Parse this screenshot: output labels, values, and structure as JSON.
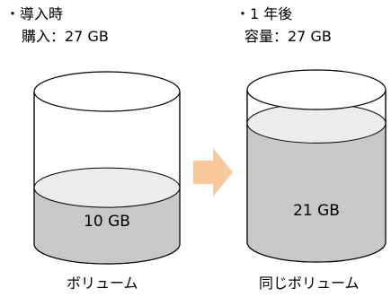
{
  "left": {
    "heading": "・導入時",
    "detail": "購入：27 GB",
    "fill_label": "10 GB",
    "caption": "ボリューム",
    "fill_fraction": 0.37
  },
  "right": {
    "heading": "・1 年後",
    "detail": "容量：27 GB",
    "fill_label": "21 GB",
    "caption": "同じボリューム",
    "fill_fraction": 0.78
  },
  "colors": {
    "fill": "#c8c8c8",
    "fill_top": "#ececec",
    "arrow": "#f9c89a",
    "outline": "#000000",
    "background": "#ffffff"
  }
}
